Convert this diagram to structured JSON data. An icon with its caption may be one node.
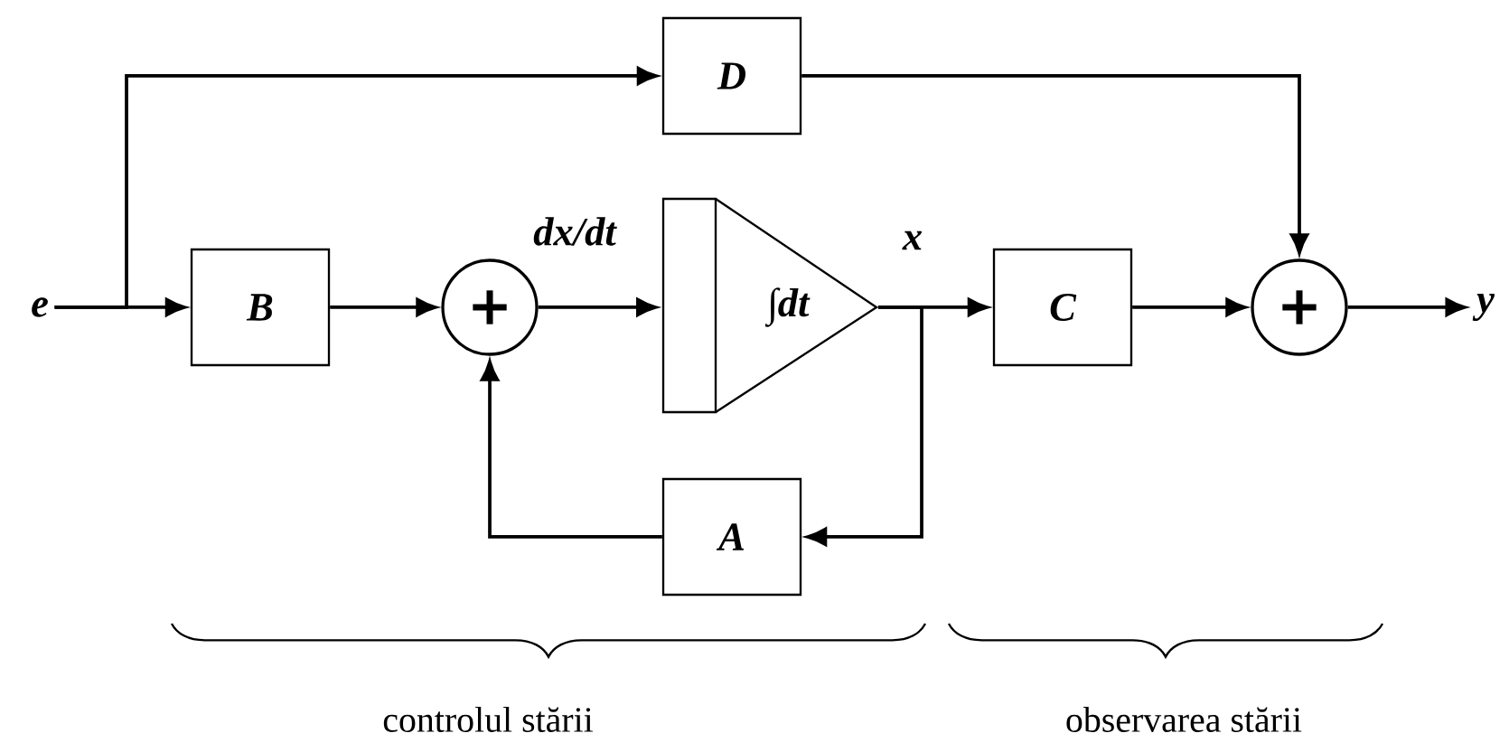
{
  "diagram": {
    "nodes": [
      {
        "text": [
          "e"
        ]
      },
      {
        "text": [
          "B"
        ]
      },
      {
        "text": [],
        "shape": "circle"
      },
      {
        "text": [
          "∫dt"
        ]
      },
      {
        "text": [
          "D"
        ]
      },
      {
        "text": [
          "C"
        ]
      },
      {
        "text": [
          "A"
        ]
      },
      {
        "text": [],
        "shape": "circle"
      },
      {
        "text": [
          "y"
        ]
      }
    ],
    "edges": [
      {
        "from": 0,
        "to": 1,
        "arrow": "to"
      },
      {
        "from": 0,
        "to": 4,
        "arrow": "to"
      },
      {
        "from": 1,
        "to": 2,
        "arrow": "to"
      },
      {
        "from": 2,
        "to": 3,
        "arrow": "to",
        "label": "dx/dt"
      },
      {
        "from": 3,
        "to": 5,
        "arrow": "to",
        "label": "x"
      },
      {
        "from": 3,
        "to": 6,
        "arrow": "to"
      },
      {
        "from": 6,
        "to": 2,
        "arrow": "to"
      },
      {
        "from": 4,
        "to": 7,
        "arrow": "to"
      },
      {
        "from": 5,
        "to": 7,
        "arrow": "to"
      },
      {
        "from": 7,
        "to": 8,
        "arrow": "to"
      }
    ],
    "labels": [
      "controlul stării",
      "observarea stării"
    ]
  }
}
